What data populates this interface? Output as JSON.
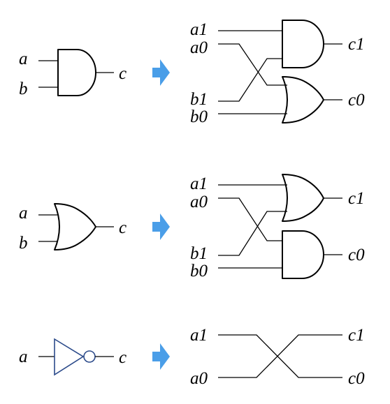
{
  "colors": {
    "arrow": "#4a9ee8",
    "not_gate": "#2b4a8a",
    "line": "#000000"
  },
  "rows": [
    {
      "gate": "AND",
      "left_labels": [
        "a",
        "b",
        "c"
      ],
      "right_gates": [
        "AND",
        "OR"
      ],
      "right_labels": [
        "a1",
        "a0",
        "b1",
        "b0",
        "c1",
        "c0"
      ]
    },
    {
      "gate": "OR",
      "left_labels": [
        "a",
        "b",
        "c"
      ],
      "right_gates": [
        "OR",
        "AND"
      ],
      "right_labels": [
        "a1",
        "a0",
        "b1",
        "b0",
        "c1",
        "c0"
      ]
    },
    {
      "gate": "NOT",
      "left_labels": [
        "a",
        "c"
      ],
      "right_labels": [
        "a1",
        "a0",
        "c1",
        "c0"
      ]
    }
  ]
}
